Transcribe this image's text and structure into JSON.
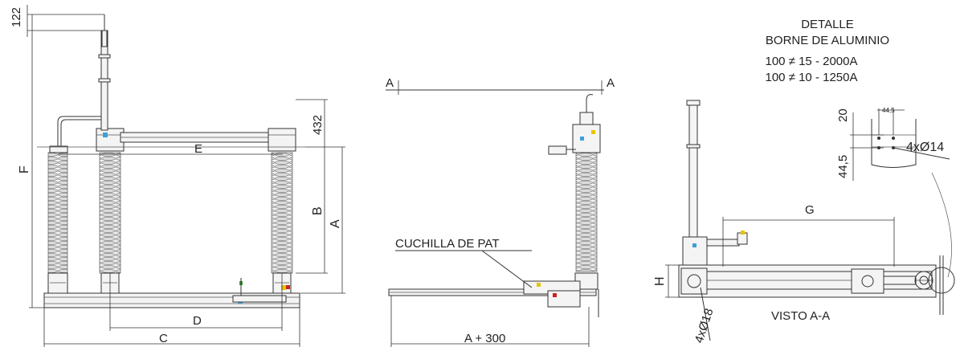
{
  "dims": {
    "d122": "122",
    "F": "F",
    "E": "E",
    "d432": "432",
    "B": "B",
    "A": "A",
    "D": "D",
    "C": "C",
    "A_top_left": "A",
    "A_top_right": "A",
    "A_plus_300": "A + 300",
    "G": "G",
    "H": "H",
    "d20": "20",
    "d44_5_vert": "44,5",
    "d44_5_horiz": "44,5",
    "hole_4x14": "4xØ14",
    "hole_4x18": "4xØ18"
  },
  "labels": {
    "cuchilla": "CUCHILLA DE PAT",
    "visto": "VISTO A-A",
    "detalle_line1": "DETALLE",
    "detalle_line2": "BORNE DE ALUMINIO",
    "spec1": "100 ≠ 15 - 2000A",
    "spec2": "100 ≠ 10 - 1250A"
  },
  "colors": {
    "accent_blue": "#3aa0d8",
    "accent_yellow": "#e8c400",
    "accent_green": "#3a9a3a",
    "accent_red": "#cc2222"
  }
}
